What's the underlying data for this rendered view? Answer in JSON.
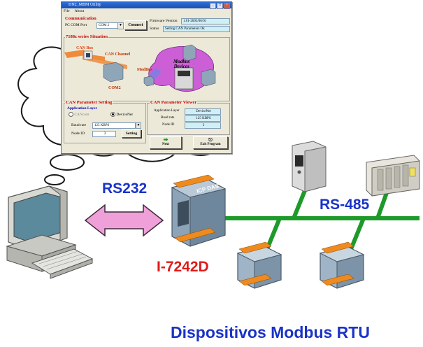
{
  "window": {
    "title": "DN2_MBM Utility",
    "menu": [
      "File",
      "About"
    ],
    "communication": {
      "title": "Communication",
      "port_label": "PC COM Port",
      "port_value": "COM 2",
      "connect_label": "Connect",
      "firmware_label": "Firmware Version",
      "firmware_value": "1.01-2005/06/01",
      "status_label": "Status",
      "status_value": "Setting CAN Parameters Ok"
    },
    "situation": {
      "title": "7188z series Situation",
      "can_bus": "CAN Bus",
      "can_channel": "CAN Channel",
      "modbus": "ModBus",
      "modbus_devices": "Modbus\nDevices",
      "com2": "COM2"
    },
    "can_setting": {
      "title": "CAN Parameter Setting",
      "app_layer_title": "Application Layer",
      "option_cancom": "CANcom",
      "option_devicenet": "DeviceNet",
      "baud_label": "Baud rate",
      "baud_value": "125   KBPS",
      "node_label": "Node ID",
      "node_value": "3",
      "setting_label": "Setting"
    },
    "can_viewer": {
      "title": "CAN Parameter Viewer",
      "app_layer_label": "Application Layer",
      "app_layer_value": "DeviceNet",
      "baud_label": "Baud rate",
      "baud_value": "125   KBPS",
      "node_label": "Node ID",
      "node_value": "3"
    },
    "next_label": "Next",
    "exit_label": "Exit Program"
  },
  "labels": {
    "rs232": "RS232",
    "rs485": "RS-485",
    "device": "I-7242D",
    "caption": "Dispositivos Modbus RTU",
    "brand": "ICP DAS"
  },
  "colors": {
    "network_line": "#1e9a2a",
    "label_blue": "#1a33c8",
    "label_red": "#e01a1a",
    "arrow_fill": "#f0a0d8"
  }
}
